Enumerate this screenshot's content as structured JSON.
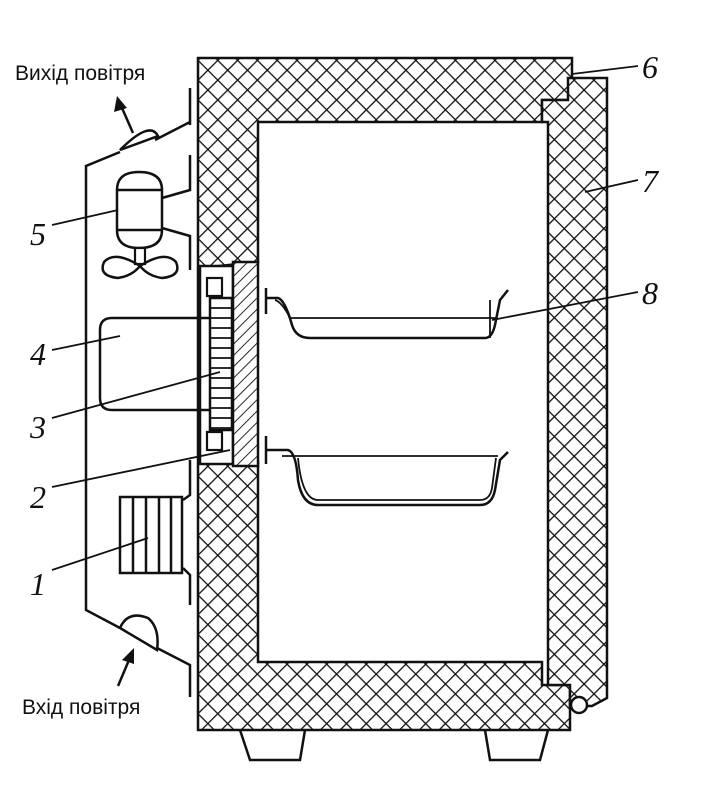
{
  "labels": {
    "air_out": "Вихід повітря",
    "air_in": "Вхід повітря"
  },
  "callouts": [
    "1",
    "2",
    "3",
    "4",
    "5",
    "6",
    "7",
    "8"
  ],
  "colors": {
    "line": "#111111",
    "background": "#ffffff"
  }
}
